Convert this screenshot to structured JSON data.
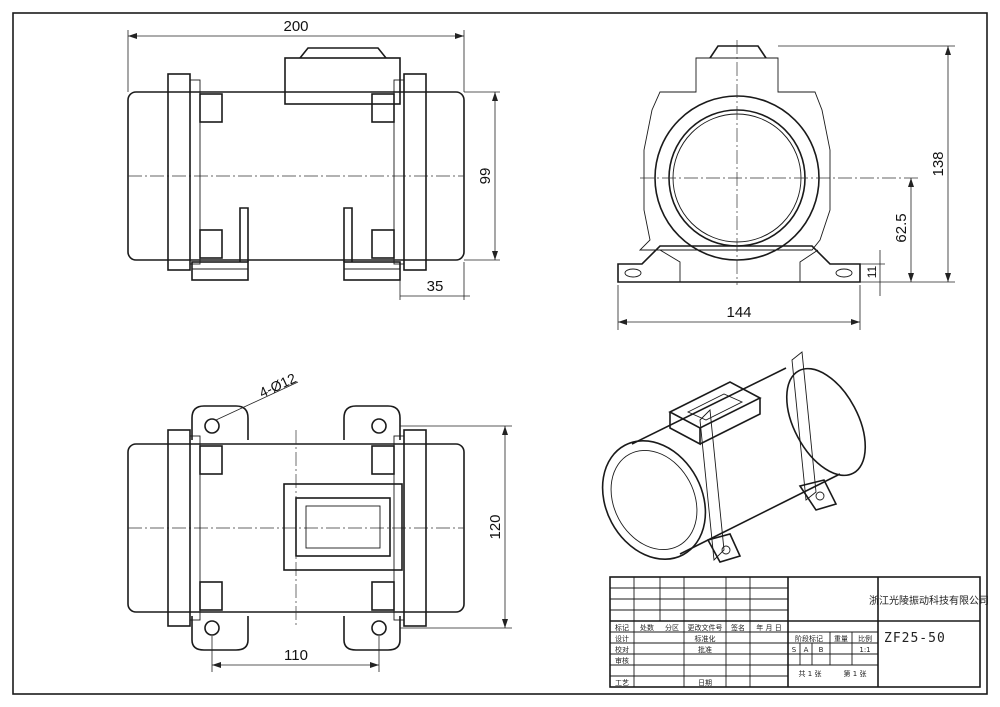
{
  "dimensions": {
    "front_length": "200",
    "front_height": "99",
    "front_offset": "35",
    "side_width": "144",
    "side_height": "138",
    "side_center_height": "62.5",
    "side_foot_height": "11",
    "top_hole_spec": "4-Ø12",
    "top_hole_spacing": "110",
    "top_width": "120"
  },
  "title_block": {
    "company": "浙江光陵振动科技有限公司",
    "model": "ZF25-50",
    "row_mark": [
      "标记",
      "处数",
      "分区",
      "更改文件号",
      "签名",
      "年 月 日"
    ],
    "design": "设计",
    "standardize": "标准化",
    "check": "校对",
    "process_check": "审核",
    "approve": "批准",
    "craft": "工艺",
    "date": "日期",
    "stage_mark": "阶段标记",
    "weight": "重量",
    "scale": "比例",
    "stage_s": "S",
    "stage_a": "A",
    "stage_b": "B",
    "scale_value": "1:1",
    "sheets_total": "共 1 张",
    "sheet_no": "第 1 张"
  }
}
